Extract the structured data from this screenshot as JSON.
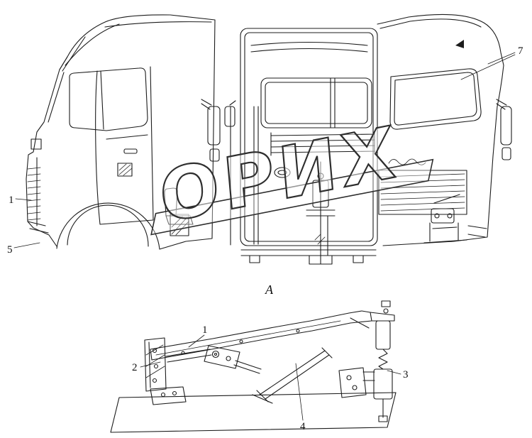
{
  "diagram": {
    "watermark": "ОРИХ",
    "section_label": "А",
    "callouts_top": {
      "c7": "7",
      "c1": "1",
      "c5": "5"
    },
    "callouts_detail": {
      "c1": "1",
      "c2": "2",
      "c3": "3",
      "c4": "4"
    }
  }
}
